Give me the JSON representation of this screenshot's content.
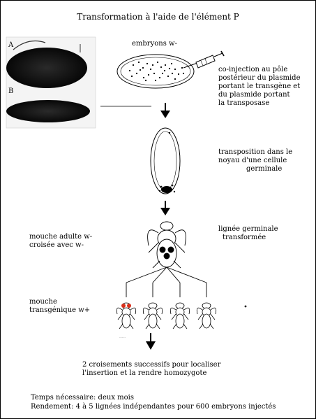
{
  "title": "Transformation à l'aide de l'élément P",
  "photo_labels": {
    "a": "A",
    "b": "B"
  },
  "embryos_label": "embryons w-",
  "coinjection": [
    "co-injection au pôle",
    "postérieur du plasmide",
    "portant le transgène et",
    "du plasmide portant",
    "la transposase"
  ],
  "transposition": [
    "transposition dans le",
    "noyau d'une cellule",
    "germinale"
  ],
  "adult_fly": [
    "mouche adulte w-",
    "croisée avec w-"
  ],
  "germline": [
    "lignée germinale",
    "transformée"
  ],
  "transgenic": [
    "mouche",
    "transgénique w+"
  ],
  "crosses": [
    "2 croisements successifs pour localiser",
    "l'insertion et la rendre homozygote"
  ],
  "time_required": "Temps nécessaire: deux mois",
  "yield": "Rendement: 4 à 5 lignées indépendantes pour 600 embryons injectés",
  "colors": {
    "stroke": "#000000",
    "eye_red": "#d9301c",
    "photo_dark": "#1a1a1a"
  },
  "icons": [
    "syringe-icon",
    "embryo-icon",
    "fly-icon",
    "arrow-down-icon"
  ]
}
